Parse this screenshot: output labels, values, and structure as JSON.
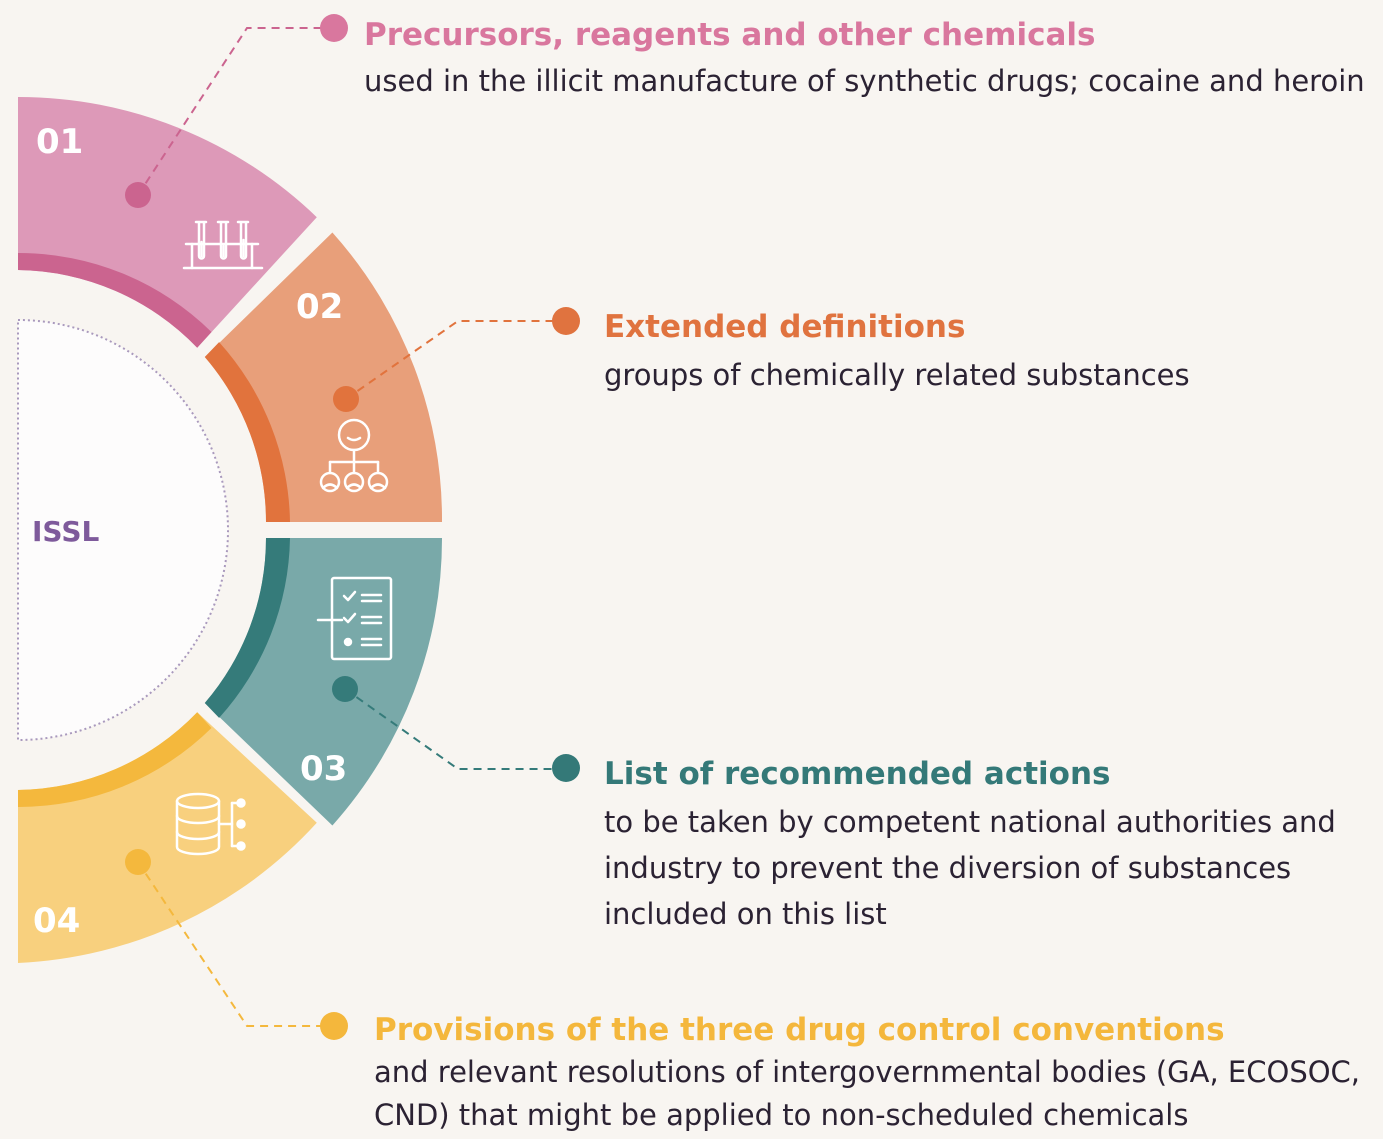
{
  "center": {
    "label": "ISSL"
  },
  "colors": {
    "pink": "#d9779e",
    "pink_light": "#dd99b8",
    "pink_dark": "#cb648f",
    "orange": "#e0733f",
    "orange_light": "#e89f7a",
    "orange_dark": "#e1733d",
    "teal": "#347978",
    "teal_light": "#79a9a9",
    "teal_dark": "#357b7a",
    "yellow": "#f4b73c",
    "yellow_light": "#f8d07e",
    "yellow_dark": "#f4b83d"
  },
  "segments": [
    {
      "number": "01",
      "icon": "test-tubes-icon",
      "title": "Precursors, reagents and other chemicals",
      "description": "used in the illicit manufacture of synthetic drugs; cocaine and heroin"
    },
    {
      "number": "02",
      "icon": "hierarchy-icon",
      "title": "Extended definitions",
      "description": "groups of chemically related substances"
    },
    {
      "number": "03",
      "icon": "checklist-icon",
      "title": "List of recommended actions",
      "description": "to be taken by competent national authorities and industry to prevent the diversion of substances included on this list"
    },
    {
      "number": "04",
      "icon": "database-icon",
      "title": "Provisions of the three drug control conventions",
      "description": "and relevant resolutions of intergovernmental bodies (GA, ECOSOC, CND) that might be applied to non-scheduled chemicals"
    }
  ]
}
